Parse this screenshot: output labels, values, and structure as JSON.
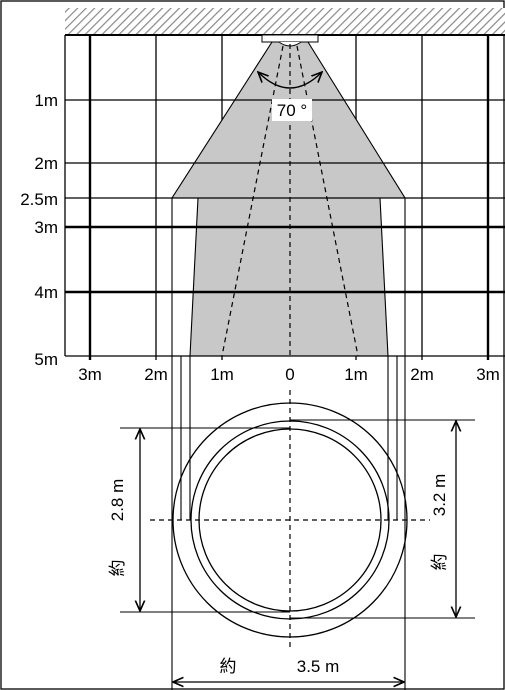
{
  "angle_label": "70 °",
  "distance_labels": [
    {
      "text": "1m"
    },
    {
      "text": "2m"
    },
    {
      "text": "2.5m"
    },
    {
      "text": "3m"
    },
    {
      "text": "4m"
    },
    {
      "text": "5m"
    }
  ],
  "width_labels": [
    {
      "text": "3m"
    },
    {
      "text": "2m"
    },
    {
      "text": "1m"
    },
    {
      "text": "0"
    },
    {
      "text": "1m"
    },
    {
      "text": "2m"
    },
    {
      "text": "3m"
    }
  ],
  "dimensions": {
    "left": {
      "value": "2.8 m",
      "prefix": "約"
    },
    "right": {
      "value": "3.2 m",
      "prefix": "約"
    },
    "bottom": {
      "value": "3.5 m",
      "prefix": "約"
    }
  },
  "colors": {
    "cone_fill": "#c8c8c8",
    "line": "#000000",
    "hatch": "#888888"
  }
}
